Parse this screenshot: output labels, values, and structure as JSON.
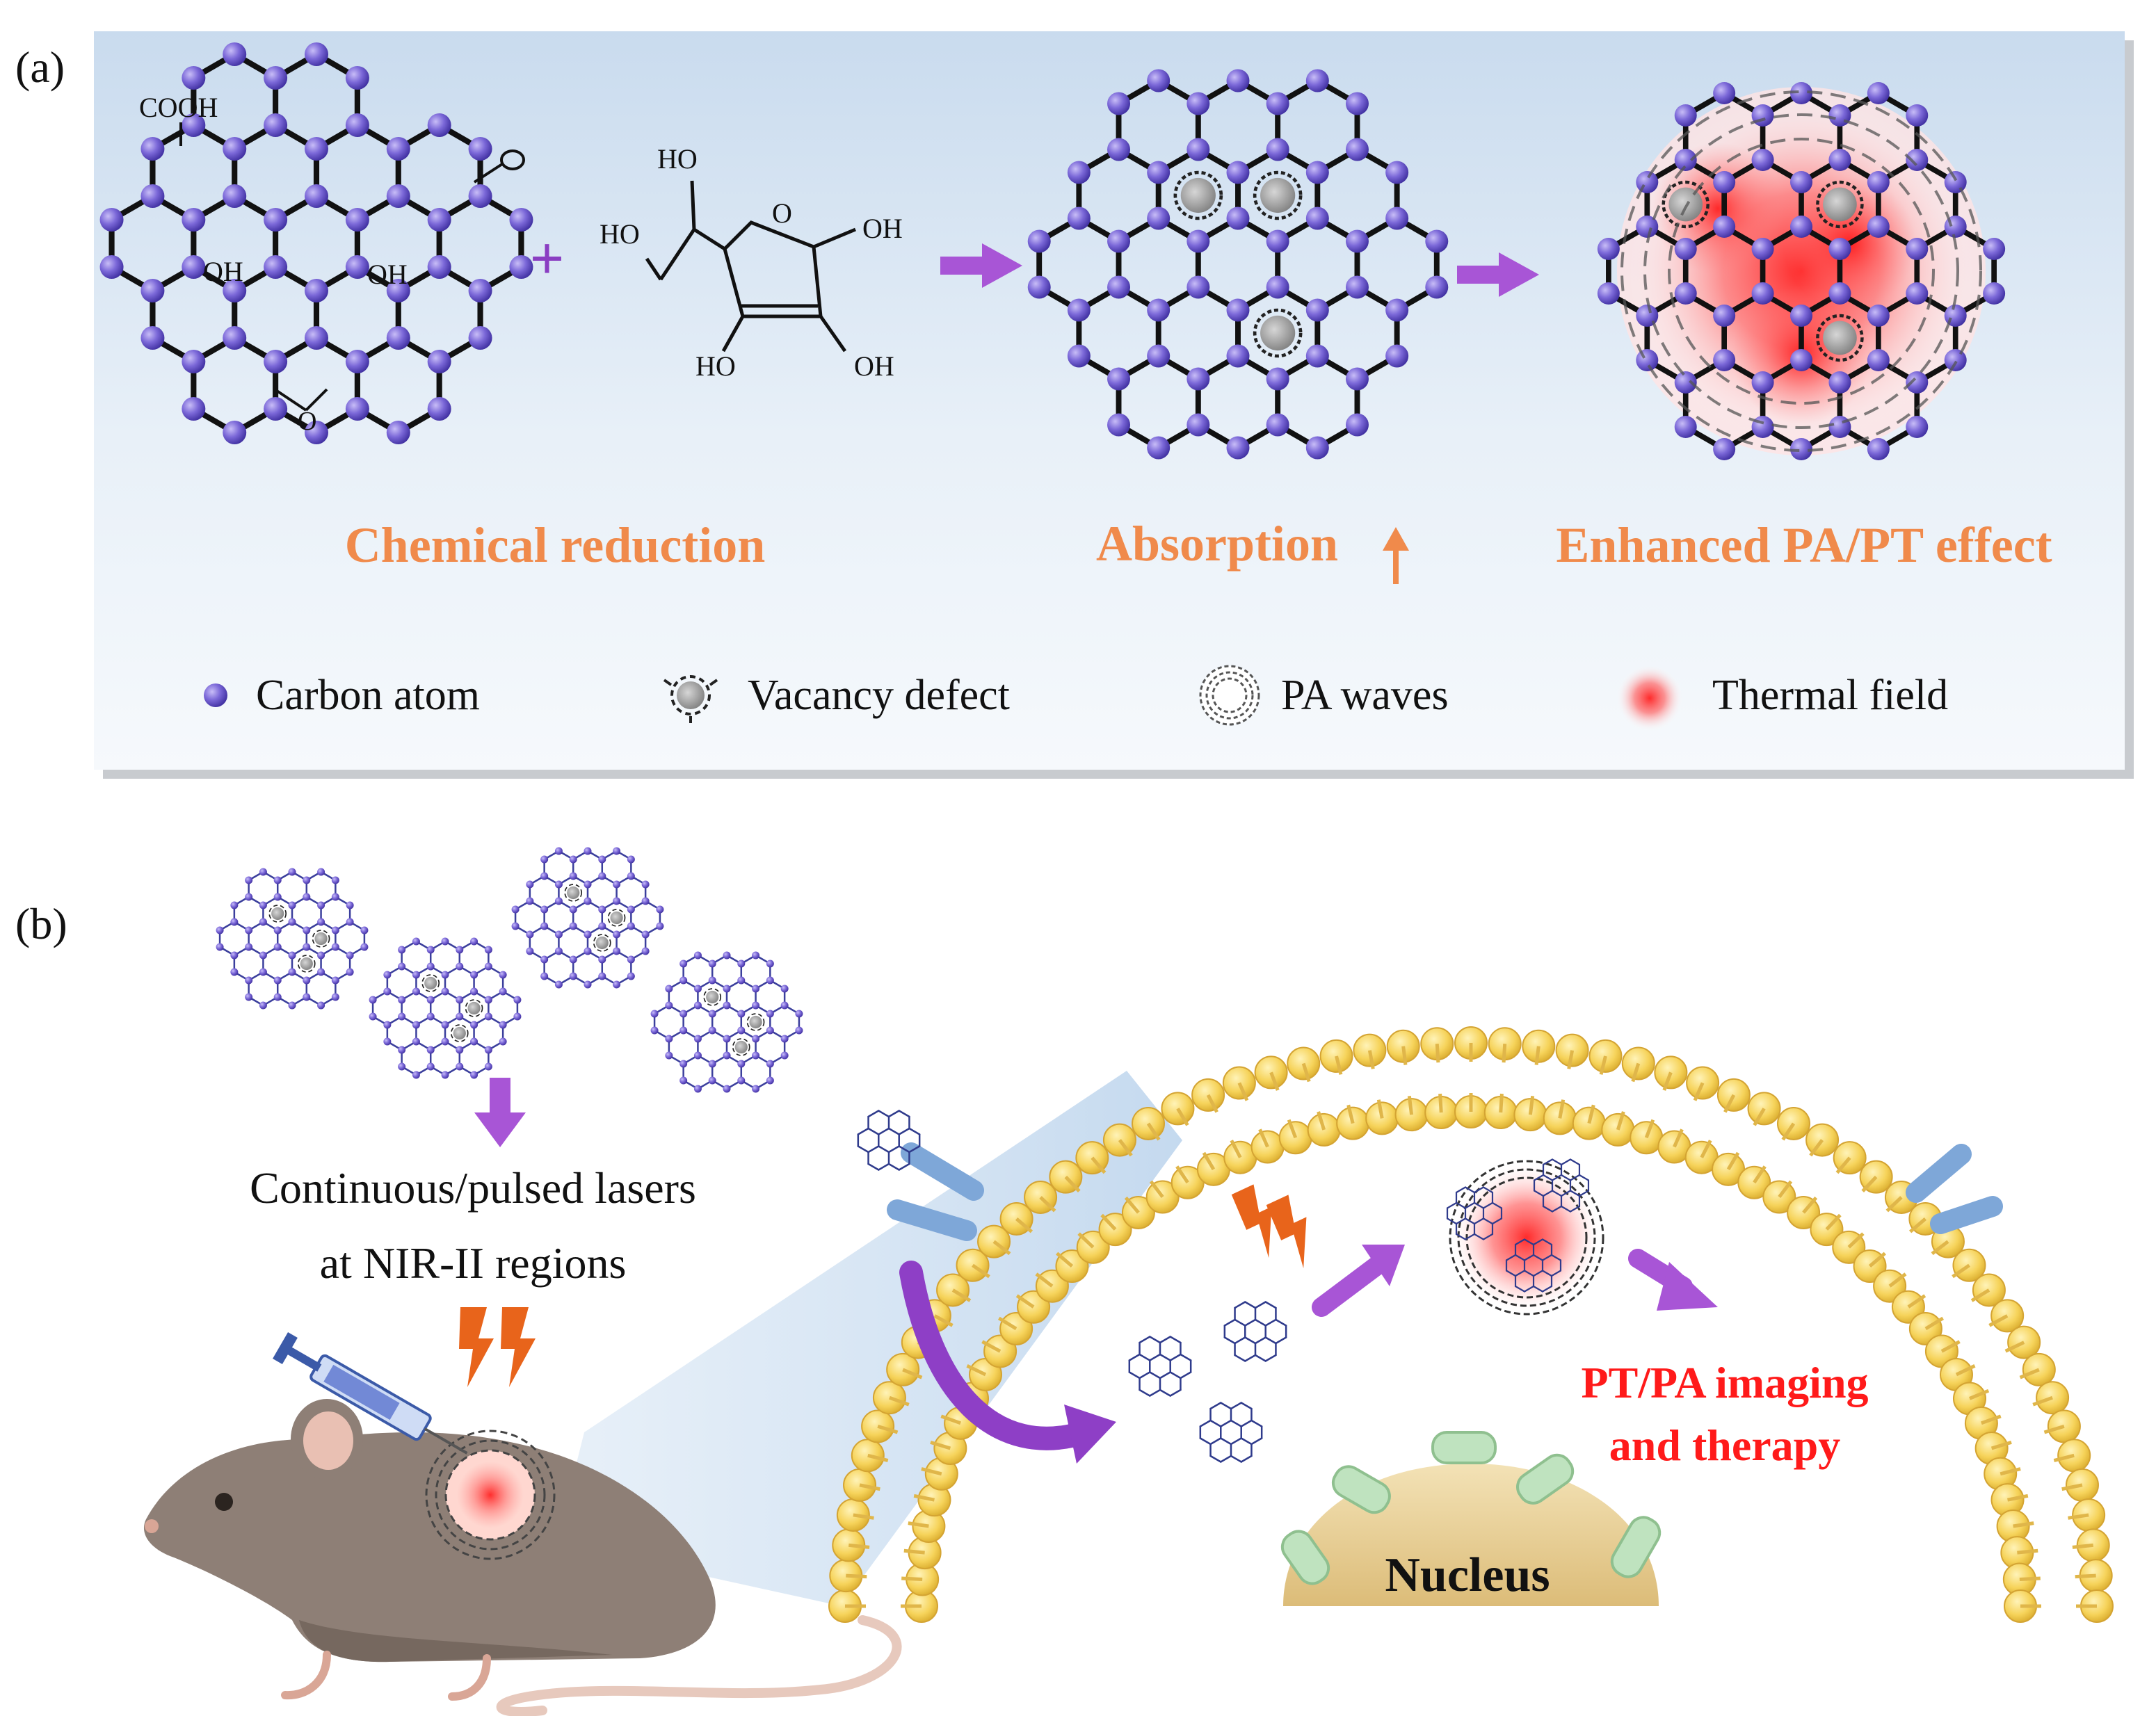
{
  "panel_a": {
    "label": "(a)",
    "groups": {
      "cooh": "COOH",
      "oh": "OH",
      "ho": "HO",
      "o": "O"
    },
    "plus": "+",
    "steps": {
      "chemical_reduction": "Chemical reduction",
      "absorption": "Absorption",
      "enhanced": "Enhanced PA/PT effect"
    },
    "legend": {
      "carbon_atom": "Carbon atom",
      "vacancy_defect": "Vacancy defect",
      "pa_waves": "PA waves",
      "thermal_field": "Thermal field"
    }
  },
  "panel_b": {
    "label": "(b)",
    "laser_line1": "Continuous/pulsed lasers",
    "laser_line2": "at NIR-II regions",
    "outcome_line1": "PT/PA imaging",
    "outcome_line2": "and therapy",
    "nucleus": "Nucleus"
  },
  "colors": {
    "carbon_atom": "#7b68d8",
    "bond": "#111111",
    "arrow": "#a855d6",
    "label_orange": "#f08a4b",
    "outcome_red": "#ff1a1a",
    "panel_bg": "#dfeaf6",
    "membrane_head": "#f6d35a",
    "nucleus_fill": "#ead29b",
    "receptor": "#7ea7d8",
    "lightning": "#e8641b"
  }
}
